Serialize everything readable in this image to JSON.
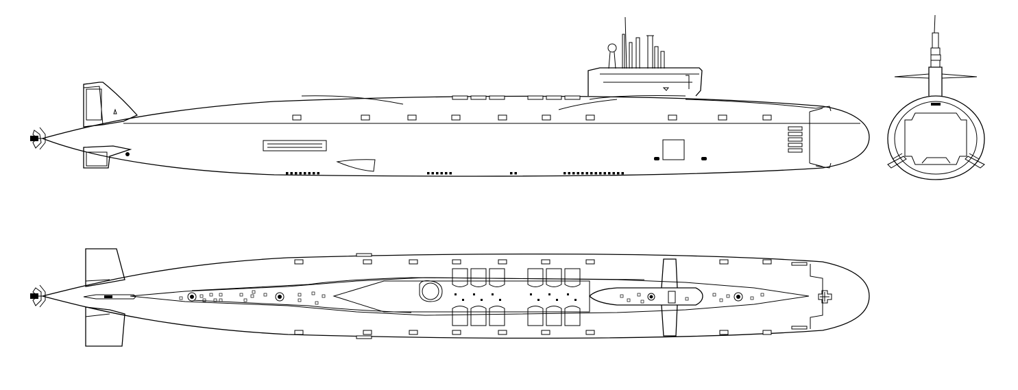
{
  "drawing": {
    "subject": "submarine",
    "views": [
      {
        "id": "side-profile",
        "view": "side"
      },
      {
        "id": "top-plan",
        "view": "top"
      },
      {
        "id": "front-section",
        "view": "front"
      }
    ],
    "colors": {
      "line": "#000000",
      "background": "#ffffff"
    }
  }
}
